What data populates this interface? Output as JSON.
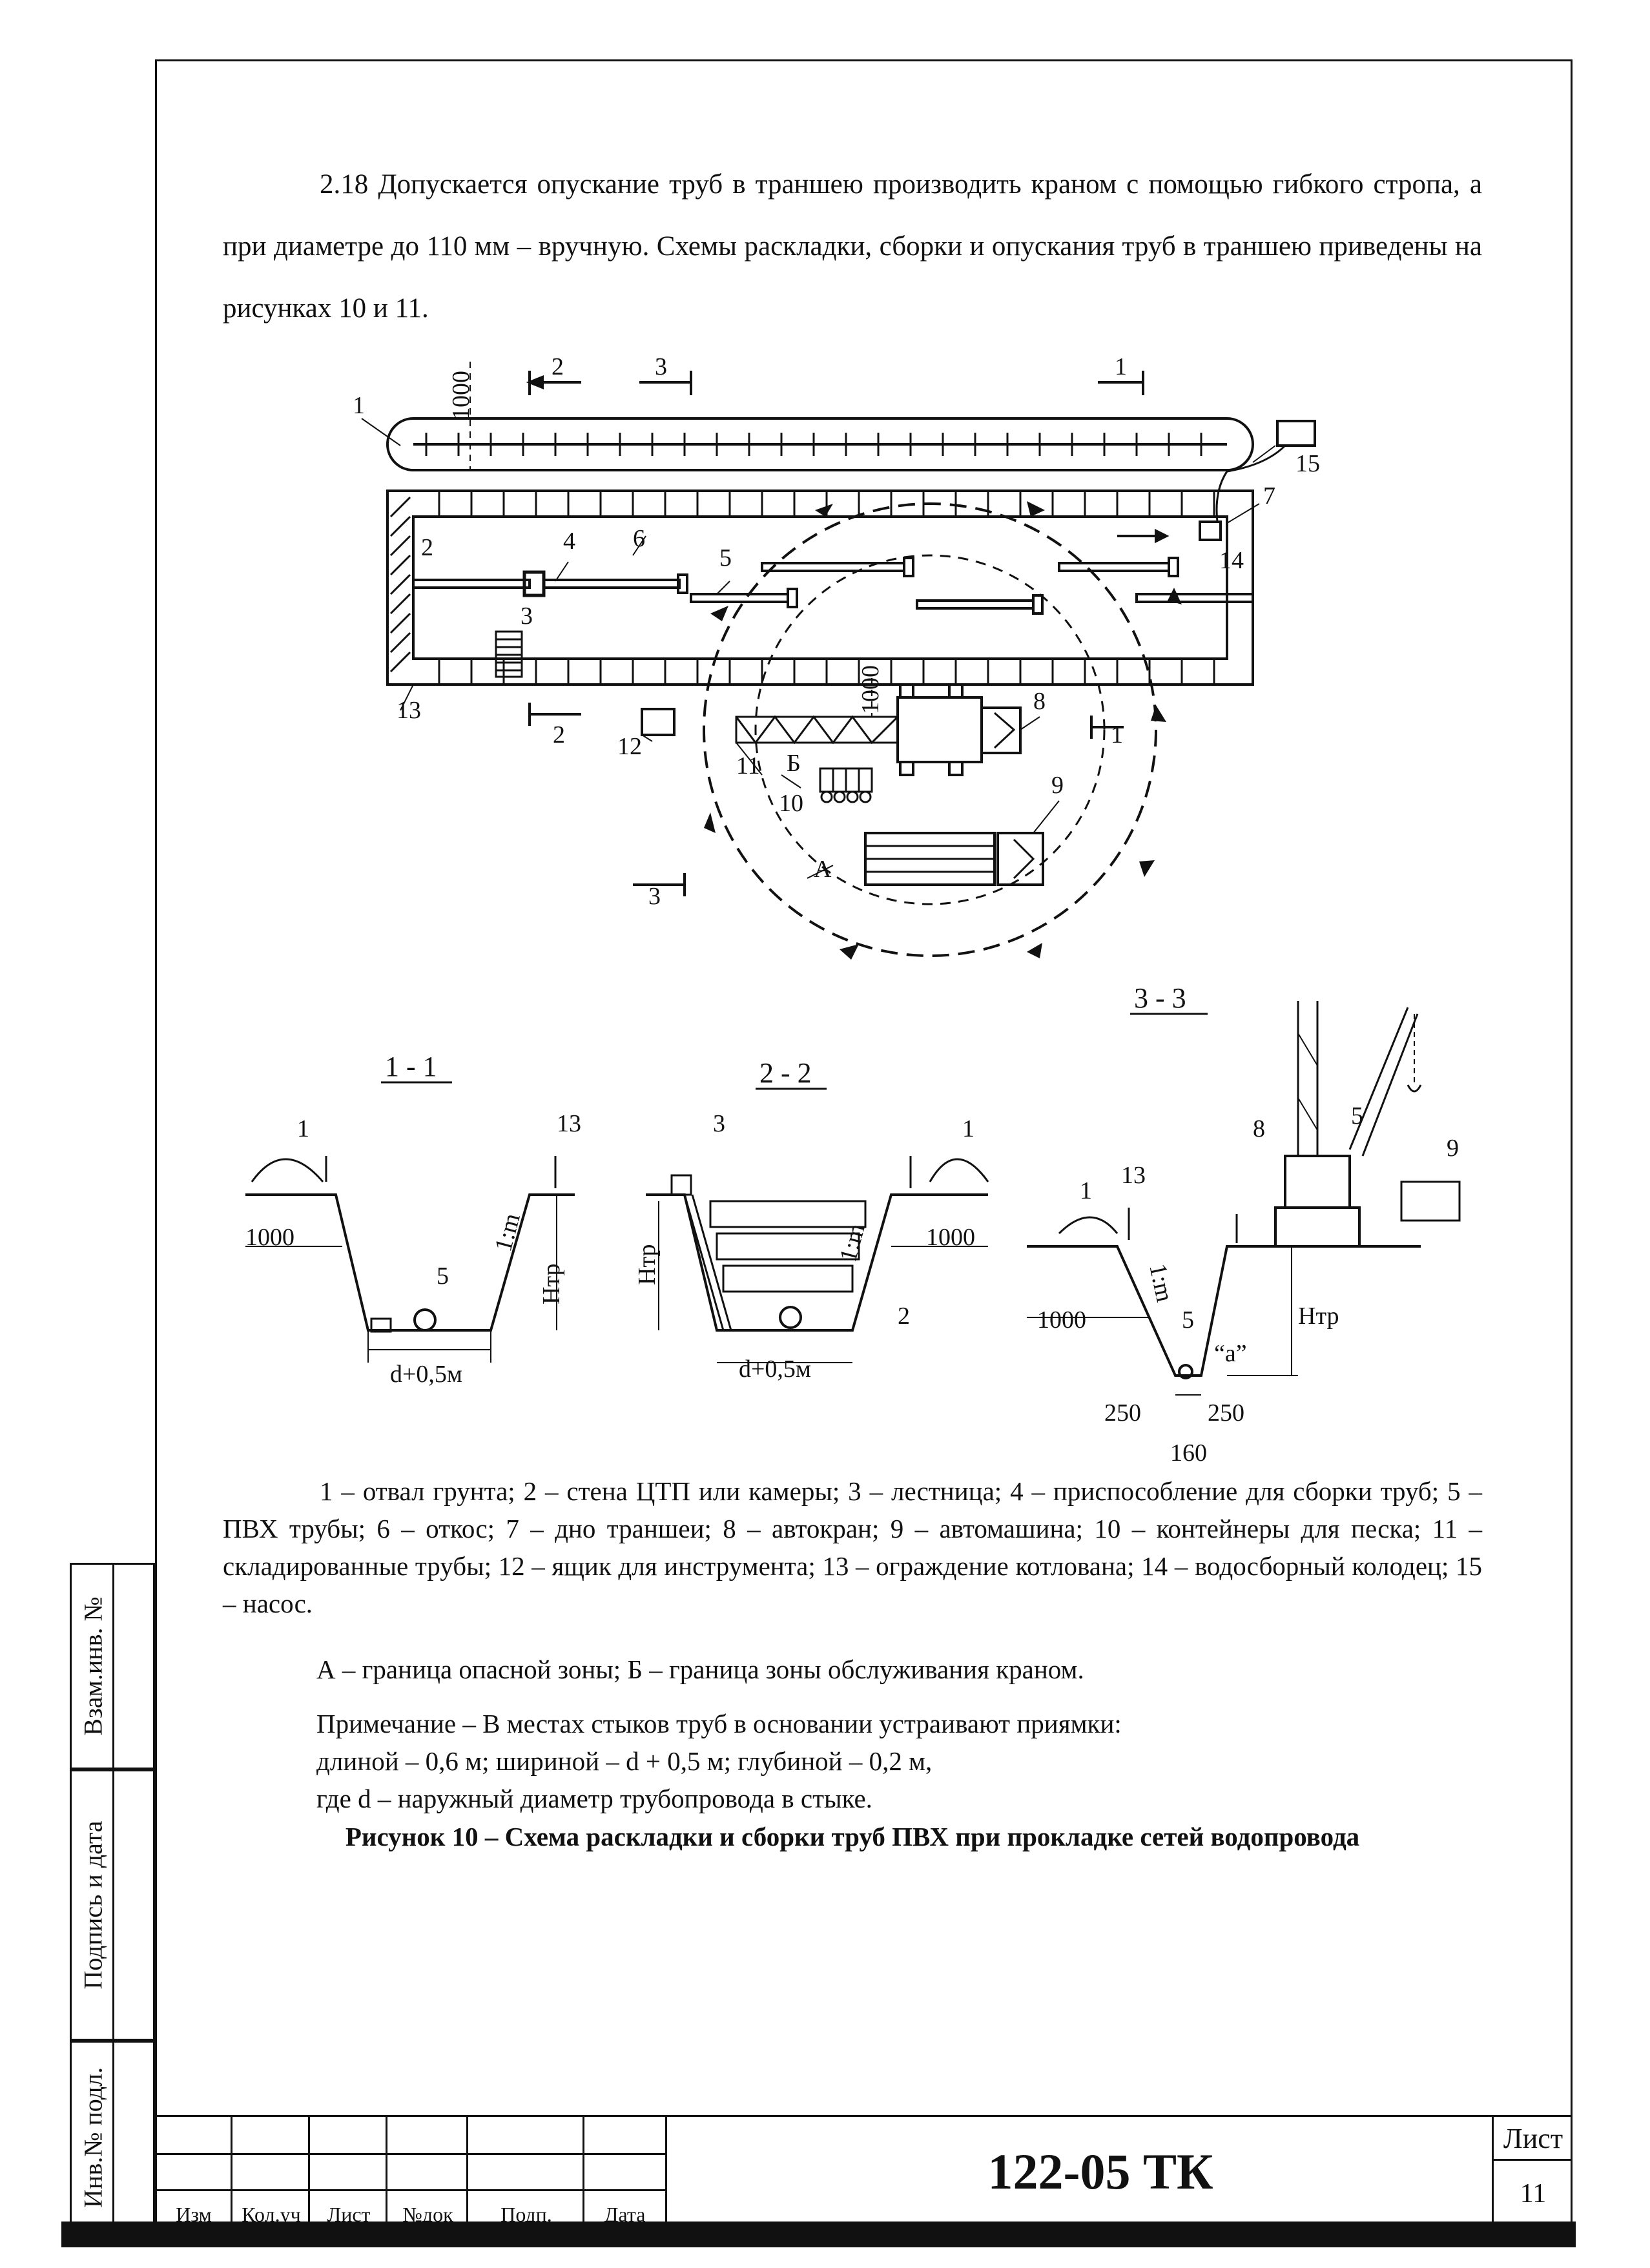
{
  "sidebar": {
    "inv_zam": "Взам.инв. №",
    "sign_date": "Подпись и дата",
    "inv_podl": "Инв.№ подл."
  },
  "text": {
    "p1": "2.18 Допускается опускание труб в траншею производить краном с помощью гибкого стропа, а при диаметре до 110 мм – вручную. Схемы раскладки, сборки и опускания труб в траншею приведены на рисунках 10 и 11."
  },
  "figure": {
    "plan_labels": {
      "dim_1000": "1000",
      "n1": "1",
      "n2": "2",
      "n3": "3",
      "n4": "4",
      "n5": "5",
      "n6": "6",
      "n7": "7",
      "n8": "8",
      "n9": "9",
      "n10": "10",
      "n11": "11",
      "n12": "12",
      "n13": "13",
      "n14": "14",
      "n15": "15",
      "zone_a": "А",
      "zone_b": "Б"
    },
    "sections": {
      "s11": "1 - 1",
      "s22": "2 - 2",
      "s33": "3 - 3",
      "slope": "1:m",
      "depth": "Нтр",
      "width": "d+0,5м",
      "dim_1000": "1000",
      "dim_250": "250",
      "dim_160": "160",
      "dim_a": "“a”"
    }
  },
  "legend": {
    "items": "1 – отвал грунта; 2 – стена ЦТП или камеры; 3 – лестница; 4 – приспособление для сборки труб; 5 – ПВХ трубы; 6 – откос; 7 – дно траншеи; 8 – автокран; 9 – автомашина; 10 – контейнеры для песка; 11 – складированные трубы; 12 – ящик для инструмента; 13 – ограждение котлована; 14 – водосборный колодец; 15 – насос.",
    "zones": "А – граница опасной зоны; Б – граница зоны обслуживания краном.",
    "note_1": "Примечание – В местах стыков труб в основании устраивают приямки:",
    "note_2": "длиной – 0,6 м; шириной – d + 0,5 м; глубиной – 0,2 м,",
    "note_3": "где d – наружный диаметр трубопровода в стыке."
  },
  "caption": "Рисунок 10 – Схема раскладки и сборки труб ПВХ при прокладке сетей водопровода",
  "title_block": {
    "headers": [
      "Изм",
      "Кол.уч",
      "Лист",
      "№док",
      "Подп.",
      "Дата"
    ],
    "doc_code": "122-05 ТК",
    "sheet_label": "Лист",
    "sheet_number": "11"
  }
}
